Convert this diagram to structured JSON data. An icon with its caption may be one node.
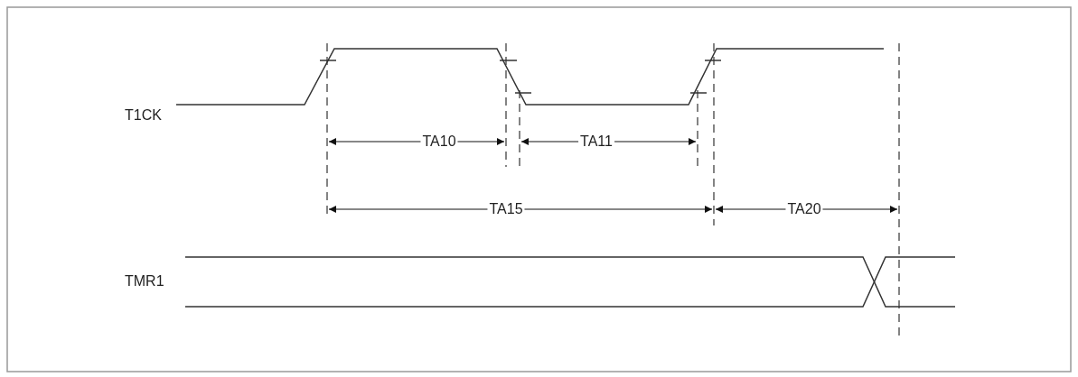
{
  "diagram": {
    "labels": [
      "T1CK",
      "TA10",
      "TA11",
      "TA15",
      "TA20",
      "TMR1"
    ]
  }
}
